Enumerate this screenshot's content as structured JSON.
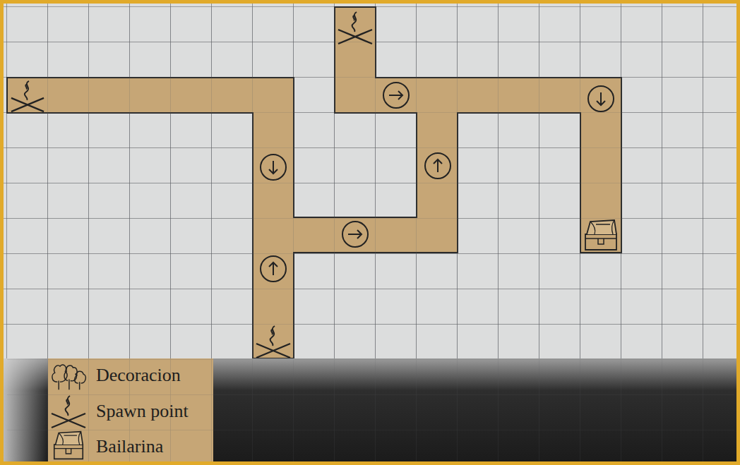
{
  "diagram": {
    "legend": [
      {
        "text": "Decoracion"
      },
      {
        "text": "Spawn point"
      },
      {
        "text": "Bailarina"
      }
    ]
  }
}
